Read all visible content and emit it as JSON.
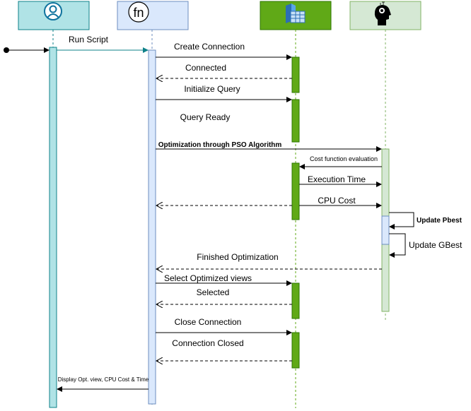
{
  "participants": [
    {
      "id": "user",
      "icon": "user-icon",
      "fill": "#b0e3e6",
      "stroke": "#0e8088"
    },
    {
      "id": "function",
      "icon": "function-icon",
      "icon_text": "fn",
      "fill": "#dae8fc",
      "stroke": "#6c8ebf"
    },
    {
      "id": "database",
      "icon": "database-server-icon",
      "fill": "#60a917",
      "stroke": "#2d7600"
    },
    {
      "id": "optimizer",
      "icon": "brain-head-icon",
      "fill": "#d5e8d4",
      "stroke": "#82b366"
    }
  ],
  "messages": [
    {
      "id": "run-script",
      "label": "Run Script",
      "type": "sync"
    },
    {
      "id": "create-connection",
      "label": "Create Connection",
      "type": "sync"
    },
    {
      "id": "connected",
      "label": "Connected",
      "type": "return"
    },
    {
      "id": "initialize-query",
      "label": "Initialize Query",
      "type": "sync"
    },
    {
      "id": "query-ready",
      "label": "Query Ready",
      "type": "note"
    },
    {
      "id": "optimization-pso",
      "label": "Optimization through PSO Algorithm",
      "type": "sync"
    },
    {
      "id": "cost-function",
      "label": "Cost function evaluation",
      "type": "sync"
    },
    {
      "id": "execution-time",
      "label": "Execution Time",
      "type": "sync"
    },
    {
      "id": "cpu-cost",
      "label": "CPU Cost",
      "type": "sync"
    },
    {
      "id": "cpu-return",
      "label": "",
      "type": "return"
    },
    {
      "id": "update-pbest",
      "label": "Update Pbest",
      "type": "self"
    },
    {
      "id": "update-gbest",
      "label": "Update GBest",
      "type": "self"
    },
    {
      "id": "finished-optimization",
      "label": "Finished Optimization",
      "type": "return"
    },
    {
      "id": "select-views",
      "label": "Select Optimized views",
      "type": "sync"
    },
    {
      "id": "selected",
      "label": "Selected",
      "type": "return"
    },
    {
      "id": "close-connection",
      "label": "Close Connection",
      "type": "sync"
    },
    {
      "id": "connection-closed",
      "label": "Connection Closed",
      "type": "return"
    },
    {
      "id": "display-result",
      "label": "Display Opt. view, CPU Cost  & Time",
      "type": "sync"
    }
  ]
}
